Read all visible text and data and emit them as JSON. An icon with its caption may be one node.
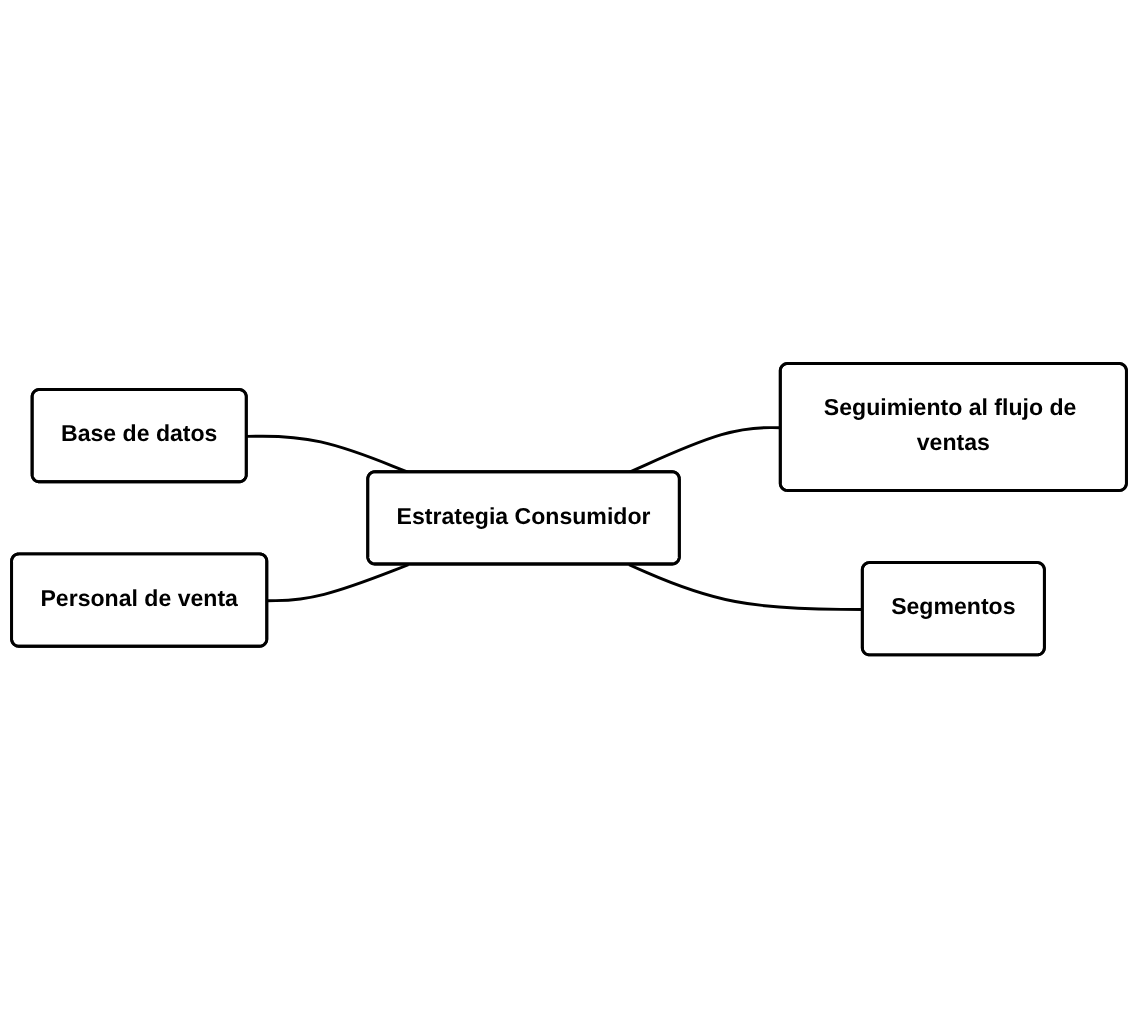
{
  "diagram": {
    "nodes": [
      {
        "text": [
          "Base de datos"
        ]
      },
      {
        "text": [
          "Personal de venta"
        ]
      },
      {
        "text": [
          "Estrategia Consumidor"
        ]
      },
      {
        "text": [
          "Seguimiento al flujo de ventas"
        ]
      },
      {
        "text": [
          "Segmentos"
        ]
      }
    ],
    "edges": [
      {
        "from": 0,
        "to": 2,
        "arrow": "none"
      },
      {
        "from": 1,
        "to": 2,
        "arrow": "none"
      },
      {
        "from": 2,
        "to": 3,
        "arrow": "none"
      },
      {
        "from": 2,
        "to": 4,
        "arrow": "none"
      }
    ]
  }
}
